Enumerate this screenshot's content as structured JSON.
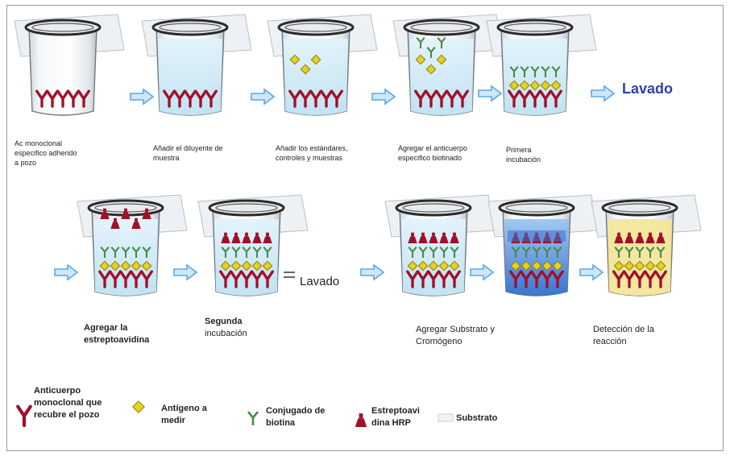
{
  "steps_row1": [
    {
      "line1": "Ac monoclonal",
      "line2": "especifico adherido",
      "line3": "a pozo"
    },
    {
      "line1": "Añadir el diluyente de",
      "line2": "muestra"
    },
    {
      "line1": "Añadir los estándares,",
      "line2": "controles y muestras"
    },
    {
      "line1": "Agregar el anticuerpo",
      "line2": "especifico biotinado"
    },
    {
      "line1": "Primera",
      "line2": "incubación"
    }
  ],
  "lavado_1": "Lavado",
  "steps_row2": [
    {
      "line1": "Agregar la",
      "line2": "estreptoavidina"
    },
    {
      "line1": "Segunda",
      "line2": "incubación"
    },
    {
      "line1": "Agregar Substrato y",
      "line2": "Cromógeno"
    },
    {
      "line1": "Detección de la",
      "line2": "reacción"
    }
  ],
  "lavado_2": "Lavado",
  "legend": {
    "antibody": {
      "line1": "Anticuerpo",
      "line2": "monoclonal que",
      "line3": "recubre el pozo"
    },
    "antigen": {
      "line1": "Antígeno a",
      "line2": "medir"
    },
    "biotin": {
      "line1": "Conjugado de",
      "line2": "biotina"
    },
    "strep": {
      "line1": "Estreptoavi",
      "line2": "dina HRP"
    },
    "substrate": {
      "label": "Substrato"
    }
  },
  "colors": {
    "antibody": "#a0102a",
    "antigen": "#e6d21e",
    "biotin": "#4a8a4a",
    "arrow": "#5aa8e6",
    "lavado": "#2f3fae",
    "substrate_blue": "#3f7fd6",
    "substrate_yellow": "#f3e69a"
  }
}
